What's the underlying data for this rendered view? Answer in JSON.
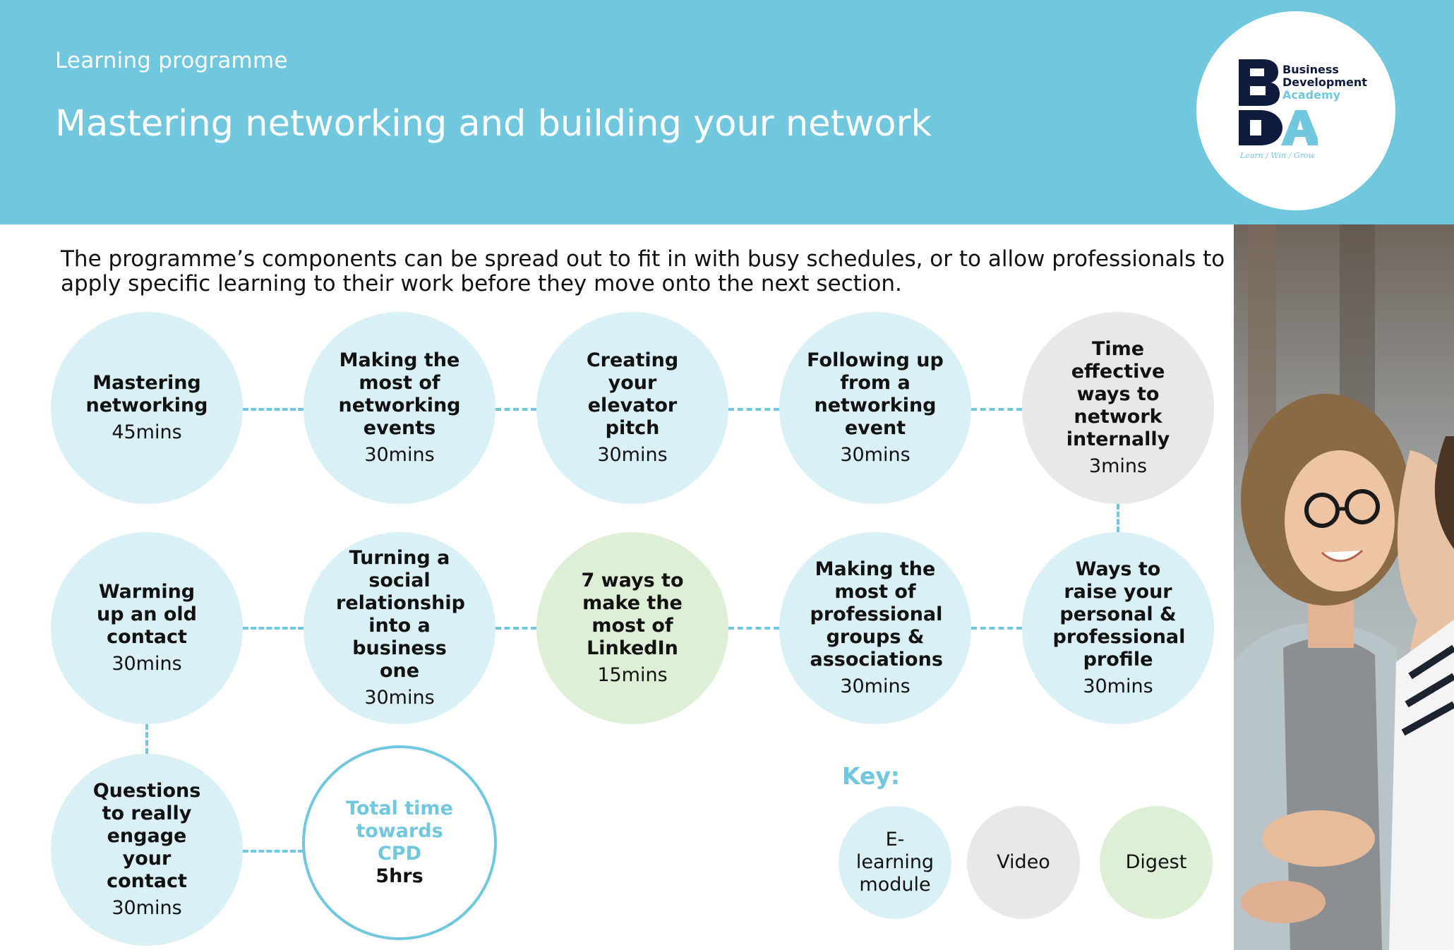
{
  "header": {
    "eyebrow": "Learning programme",
    "title": "Mastering networking and building your network"
  },
  "logo": {
    "line1": "Business",
    "line2": "Development",
    "line3": "Academy",
    "tagline": "Learn / Win / Grow",
    "navy": "#0e1b3d",
    "accent": "#70c7de"
  },
  "intro": "The programme’s components can be spread out to fit in with busy schedules, or to allow professionals to apply specific learning to their work before they move onto the next section.",
  "modules": [
    {
      "name": "Mastering networking",
      "time": "45mins",
      "type": "E-learning module"
    },
    {
      "name": "Making the most of networking events",
      "time": "30mins",
      "type": "E-learning module"
    },
    {
      "name": "Creating your elevator pitch",
      "time": "30mins",
      "type": "E-learning module"
    },
    {
      "name": "Following up from a networking event",
      "time": "30mins",
      "type": "E-learning module"
    },
    {
      "name": "Time effective ways to network internally",
      "time": "3mins",
      "type": "Video"
    },
    {
      "name": "Warming up an old contact",
      "time": "30mins",
      "type": "E-learning module"
    },
    {
      "name": "Turning a social relationship into a business one",
      "time": "30mins",
      "type": "E-learning module"
    },
    {
      "name": "7 ways to make the most of LinkedIn",
      "time": "15mins",
      "type": "Digest"
    },
    {
      "name": "Making the most of professional groups & associations",
      "time": "30mins",
      "type": "E-learning module"
    },
    {
      "name": "Ways to raise your personal & professional profile",
      "time": "30mins",
      "type": "E-learning module"
    },
    {
      "name": "Questions to really engage your contact",
      "time": "30mins",
      "type": "E-learning module"
    }
  ],
  "total": {
    "label": "Total time towards CPD",
    "value": "5hrs"
  },
  "key": {
    "title": "Key:",
    "items": [
      {
        "label": "E-learning module",
        "color": "#d9f0f6"
      },
      {
        "label": "Video",
        "color": "#e8e8e8"
      },
      {
        "label": "Digest",
        "color": "#ddf0d5"
      }
    ]
  },
  "colors": {
    "header": "#70c7de",
    "elearning": "#d9f0f6",
    "video": "#e8e8e8",
    "digest": "#ddf0d5"
  }
}
